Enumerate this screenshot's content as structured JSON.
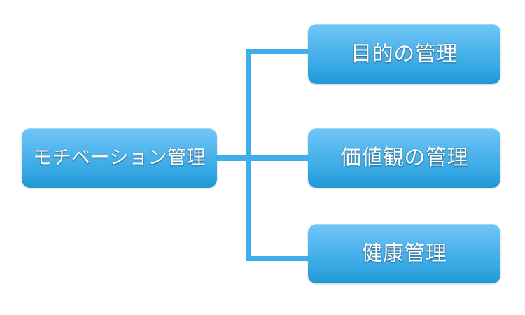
{
  "diagram": {
    "type": "hierarchy",
    "background_color": "#ffffff",
    "node_fill_top": "#72c6f6",
    "node_fill_bottom": "#1f98d6",
    "connector_color": "#3fafec",
    "label_color": "#ffffff",
    "root": {
      "label": "モチベーション管理"
    },
    "children": [
      {
        "label": "目的の管理"
      },
      {
        "label": "価値観の管理"
      },
      {
        "label": "健康管理"
      }
    ]
  }
}
